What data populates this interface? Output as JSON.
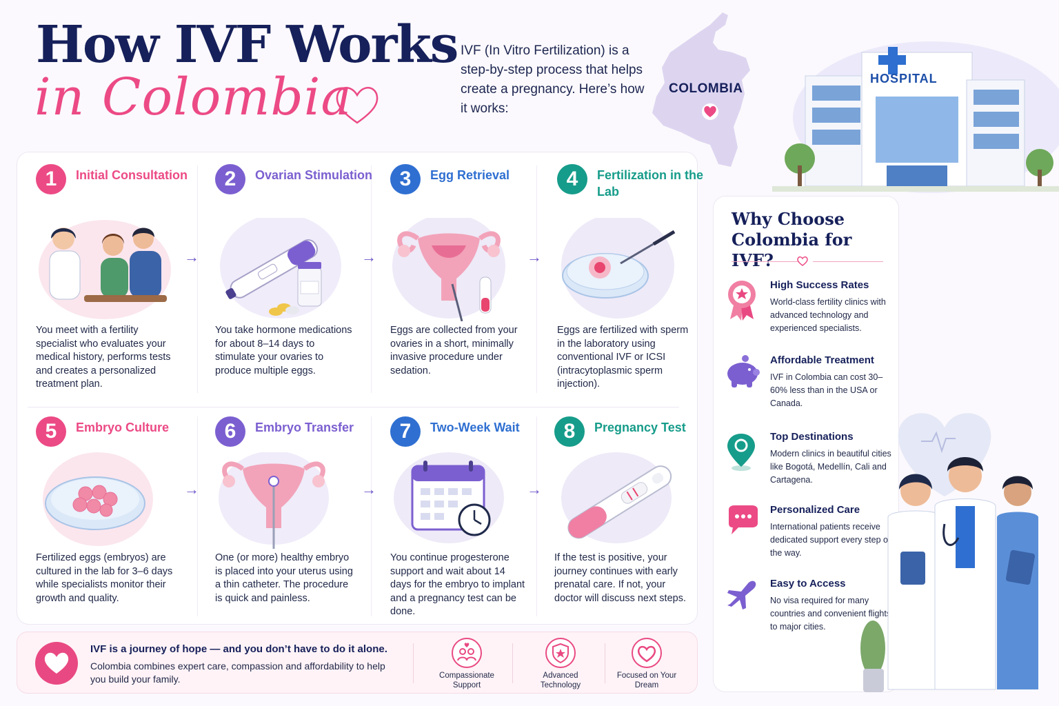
{
  "header": {
    "title_line1": "How IVF Works",
    "title_line2": "in Colombia",
    "intro": "IVF (In Vitro Fertilization) is a step-by-step process that helps create a pregnancy. Here’s how it works:",
    "map_label": "COLOMBIA",
    "hospital_sign": "HOSPITAL"
  },
  "colors": {
    "navy": "#16205a",
    "pink": "#ec4a85",
    "purple": "#7b5fd0",
    "blue": "#2f6fd1",
    "teal": "#169c8a"
  },
  "steps": [
    {
      "num": "1",
      "title": "Initial Consultation",
      "desc": "You meet with a fertility specialist who evaluates your medical history, performs tests and creates a personalized treatment plan.",
      "icon": "consultation-illustration"
    },
    {
      "num": "2",
      "title": "Ovarian Stimulation",
      "desc": "You take hormone medications for about 8–14 days to stimulate your ovaries to produce multiple eggs.",
      "icon": "injection-pen-illustration"
    },
    {
      "num": "3",
      "title": "Egg Retrieval",
      "desc": "Eggs are collected from your ovaries in a short, minimally invasive procedure under sedation.",
      "icon": "uterus-illustration"
    },
    {
      "num": "4",
      "title": "Fertilization in the Lab",
      "desc": "Eggs are fertilized with sperm in the laboratory using conventional IVF or ICSI (intracytoplasmic sperm injection).",
      "icon": "petri-dish-illustration"
    },
    {
      "num": "5",
      "title": "Embryo Culture",
      "desc": "Fertilized eggs (embryos) are cultured in the lab for 3–6 days while specialists monitor their growth and quality.",
      "icon": "embryo-dish-illustration"
    },
    {
      "num": "6",
      "title": "Embryo Transfer",
      "desc": "One (or more) healthy embryo is placed into your uterus using a thin catheter. The procedure is quick and painless.",
      "icon": "transfer-illustration"
    },
    {
      "num": "7",
      "title": "Two-Week Wait",
      "desc": "You continue progesterone support and wait about 14 days for the embryo to implant and a pregnancy test can be done.",
      "icon": "calendar-illustration"
    },
    {
      "num": "8",
      "title": "Pregnancy Test",
      "desc": "If the test is positive, your journey continues with early prenatal care. If not, your doctor will discuss next steps.",
      "icon": "pregnancy-test-illustration"
    }
  ],
  "banner": {
    "title": "IVF is a journey of hope — and you don’t have to do it alone.",
    "text": "Colombia combines expert care, compassion and affordability to help you build your family.",
    "badges": [
      {
        "label": "Compassionate Support",
        "icon": "people-heart-icon"
      },
      {
        "label": "Advanced Technology",
        "icon": "shield-star-icon"
      },
      {
        "label": "Focused on Your Dream",
        "icon": "heart-icon"
      }
    ]
  },
  "why": {
    "title": "Why Choose Colombia for IVF?",
    "items": [
      {
        "title": "High Success Rates",
        "text": "World-class fertility clinics with advanced technology and experienced specialists.",
        "icon": "award-ribbon-icon"
      },
      {
        "title": "Affordable Treatment",
        "text": "IVF in Colombia can cost 30–60% less than in the USA or Canada.",
        "icon": "piggy-bank-icon"
      },
      {
        "title": "Top Destinations",
        "text": "Modern clinics in beautiful cities like Bogotá, Medellín, Cali and Cartagena.",
        "icon": "map-pin-icon"
      },
      {
        "title": "Personalized Care",
        "text": "International patients receive dedicated support every step of the way.",
        "icon": "chat-bubble-icon"
      },
      {
        "title": "Easy to Access",
        "text": "No visa required for many countries and convenient flights to major cities.",
        "icon": "airplane-icon"
      }
    ]
  }
}
